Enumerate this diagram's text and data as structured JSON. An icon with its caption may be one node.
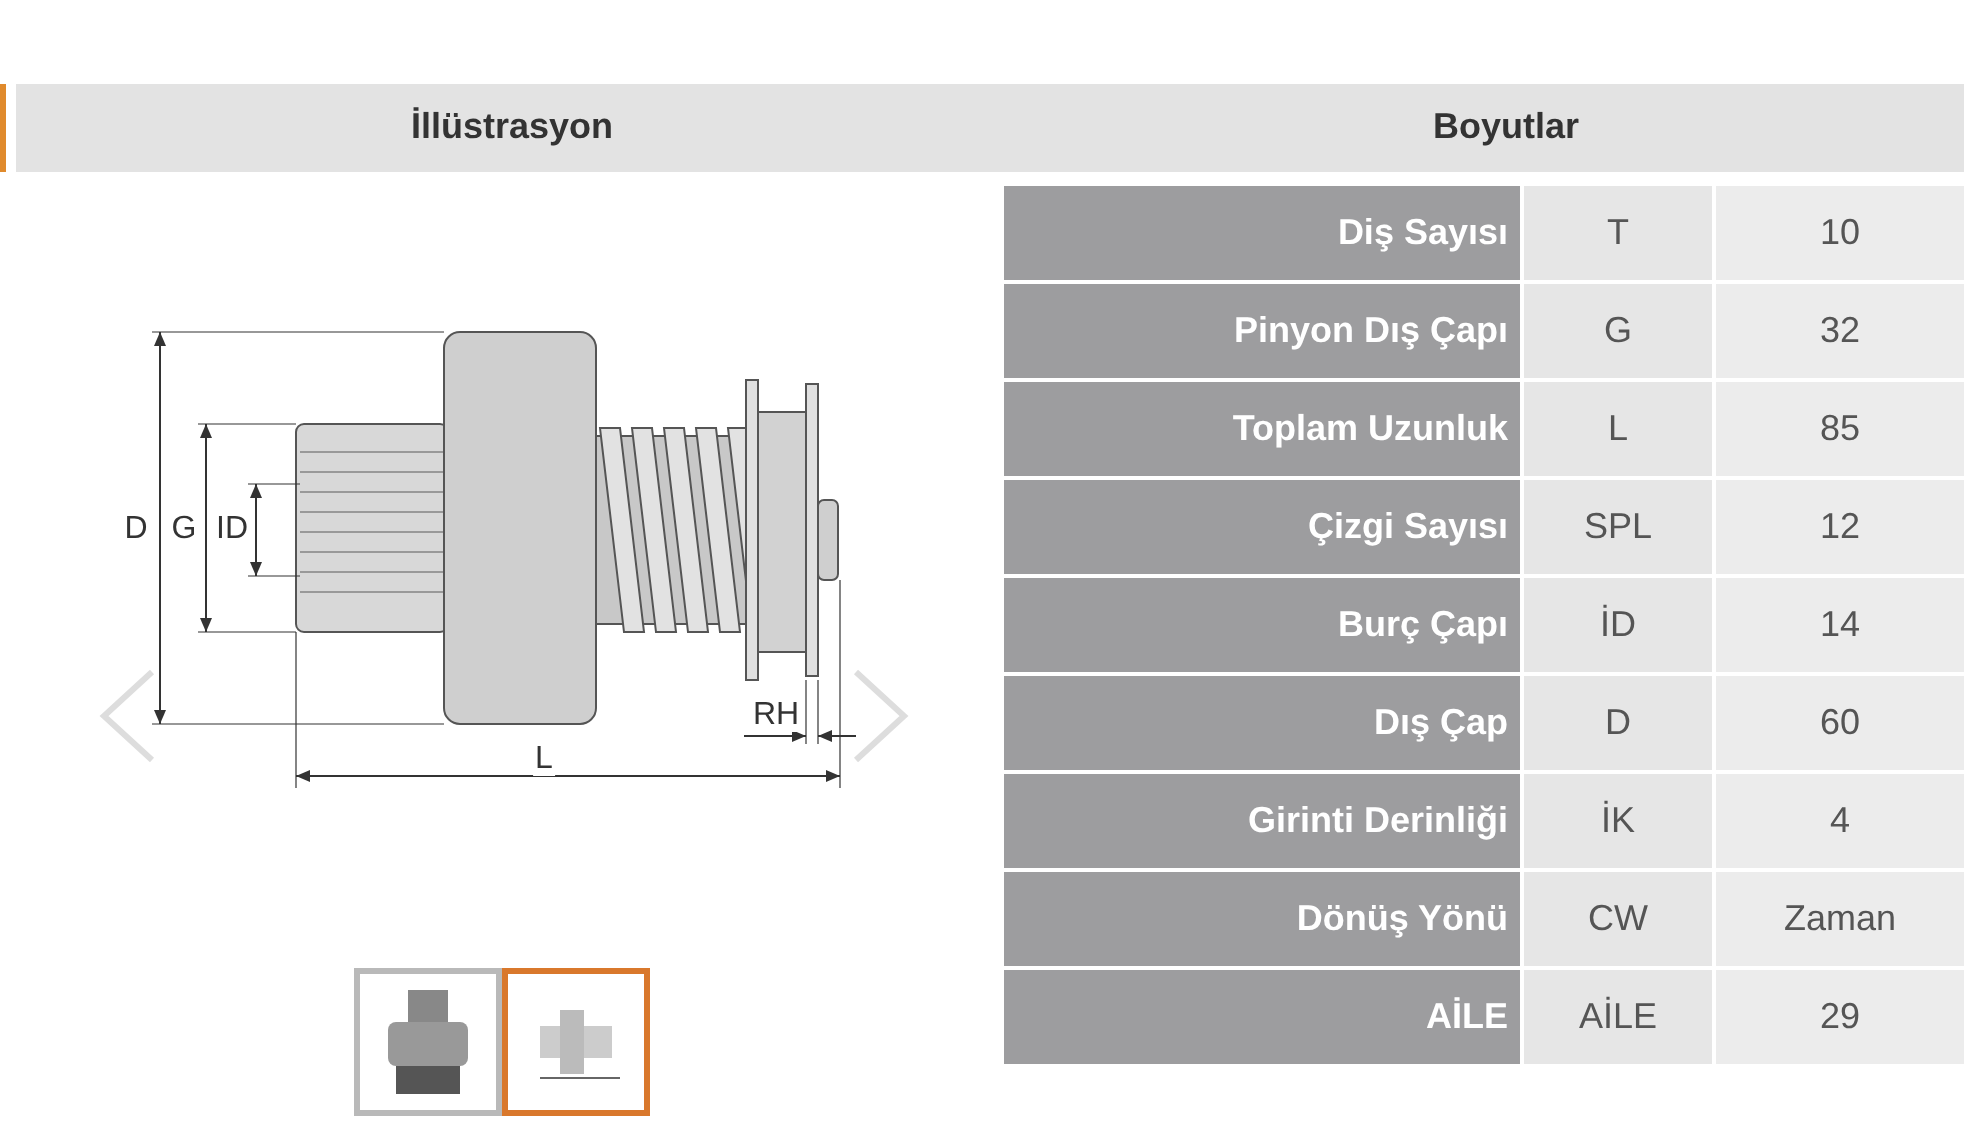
{
  "diagram": {
    "labels": [
      "İllüstrasyon",
      "Boyutlar",
      "D",
      "G",
      "ID",
      "RH",
      "L",
      "Diş Sayısı",
      "T",
      "10",
      "Pinyon Dış Çapı",
      "G",
      "32",
      "Toplam Uzunluk",
      "L",
      "85",
      "Çizgi Sayısı",
      "SPL",
      "12",
      "Burç Çapı",
      "İD",
      "14",
      "Dış Çap",
      "D",
      "60",
      "Girinti Derinliği",
      "İK",
      "4",
      "Dönüş Yönü",
      "CW",
      "Zaman",
      "AİLE",
      "AİLE",
      "29"
    ]
  }
}
